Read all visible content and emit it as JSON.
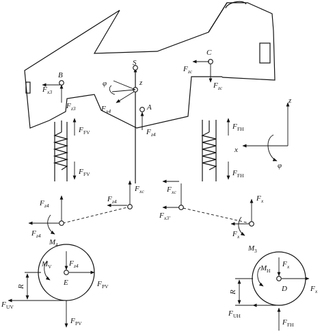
{
  "points": {
    "B": "B",
    "S": "S",
    "C": "C",
    "A": "A",
    "E": "E",
    "D": "D",
    "z_mid": "z"
  },
  "axes": {
    "z": "z",
    "x": "x",
    "phi": "φ"
  },
  "labels": {
    "Fx3": {
      "main": "F",
      "sub": "x3"
    },
    "Fz3": {
      "main": "F",
      "sub": "z3"
    },
    "FFV_up": {
      "main": "F",
      "sub": "FV"
    },
    "FFV_dn": {
      "main": "F",
      "sub": "FV"
    },
    "phi_small": {
      "main": "φ",
      "sub": ""
    },
    "Fx4_top": {
      "main": "F",
      "sub": "x4"
    },
    "Fz4_top": {
      "main": "F",
      "sub": "z4"
    },
    "Fzc_left": {
      "main": "F",
      "sub": "zc"
    },
    "Fzc_right": {
      "main": "F",
      "sub": "zc"
    },
    "FFH_up": {
      "main": "F",
      "sub": "FH"
    },
    "FFH_dn": {
      "main": "F",
      "sub": "FH"
    },
    "Fxc_1": {
      "main": "F",
      "sub": "xc"
    },
    "Fxc_2": {
      "main": "F",
      "sub": "xc"
    },
    "Fz4_mid": {
      "main": "F",
      "sub": "z4"
    },
    "Fz4_left": {
      "main": "F",
      "sub": "z4"
    },
    "Fz4_low": {
      "main": "F",
      "sub": "z4"
    },
    "Fx3p": {
      "main": "F",
      "sub": "x3'"
    },
    "Fx_r1": {
      "main": "F",
      "sub": "x"
    },
    "Fx_r2": {
      "main": "F",
      "sub": "x"
    },
    "M4": {
      "main": "M",
      "sub": "4"
    },
    "M3": {
      "main": "M",
      "sub": "3"
    },
    "MV": {
      "main": "M",
      "sub": "V"
    },
    "Fz4_wheel": {
      "main": "F",
      "sub": "z4"
    },
    "FPV_right": {
      "main": "F",
      "sub": "PV"
    },
    "FUV": {
      "main": "F",
      "sub": "UV"
    },
    "FPV_down": {
      "main": "F",
      "sub": "PV"
    },
    "R_left": {
      "main": "R",
      "sub": ""
    },
    "MH": {
      "main": "M",
      "sub": "H"
    },
    "Fx_wheelR": {
      "main": "F",
      "sub": "x"
    },
    "Fx_right": {
      "main": "F",
      "sub": "x"
    },
    "FUH": {
      "main": "F",
      "sub": "UH"
    },
    "FFH_bottom": {
      "main": "F",
      "sub": "FH"
    },
    "R_right": {
      "main": "R",
      "sub": ""
    }
  }
}
